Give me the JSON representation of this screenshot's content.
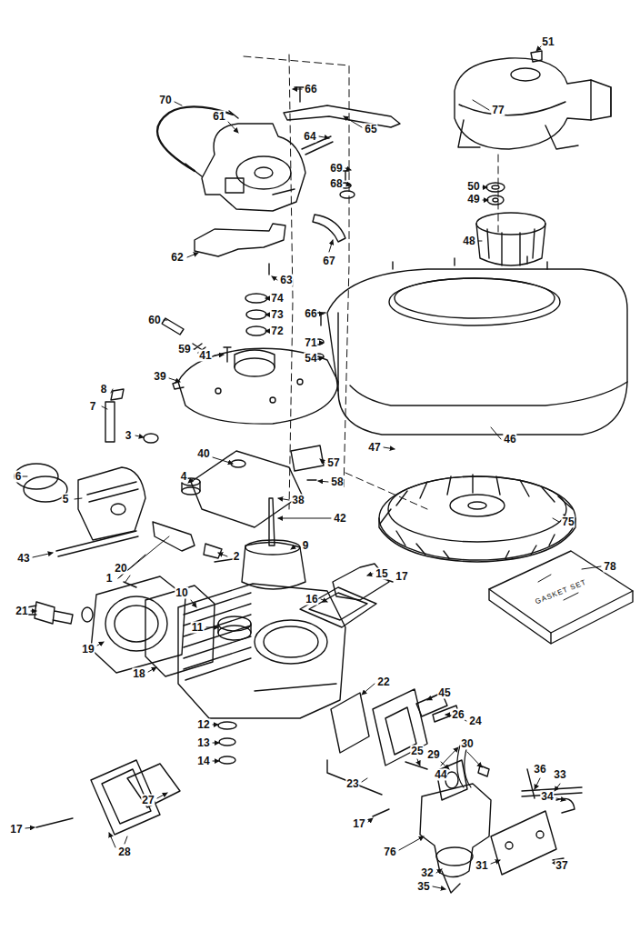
{
  "diagram": {
    "labels": [
      "51",
      "70",
      "66",
      "61",
      "77",
      "65",
      "64",
      "69",
      "68",
      "50",
      "49",
      "48",
      "62",
      "67",
      "63",
      "74",
      "73",
      "72",
      "60",
      "66",
      "71",
      "54",
      "59",
      "41",
      "39",
      "8",
      "7",
      "3",
      "47",
      "46",
      "57",
      "40",
      "58",
      "4",
      "6",
      "5",
      "38",
      "42",
      "9",
      "75",
      "43",
      "1",
      "2",
      "20",
      "15",
      "17",
      "78",
      "GASKET SET",
      "21",
      "16",
      "10",
      "11",
      "19",
      "18",
      "22",
      "45",
      "26",
      "24",
      "12",
      "13",
      "14",
      "27",
      "25",
      "29",
      "30",
      "44",
      "36",
      "33",
      "34",
      "23",
      "17",
      "17",
      "28",
      "76",
      "31",
      "37",
      "32",
      "35"
    ]
  }
}
